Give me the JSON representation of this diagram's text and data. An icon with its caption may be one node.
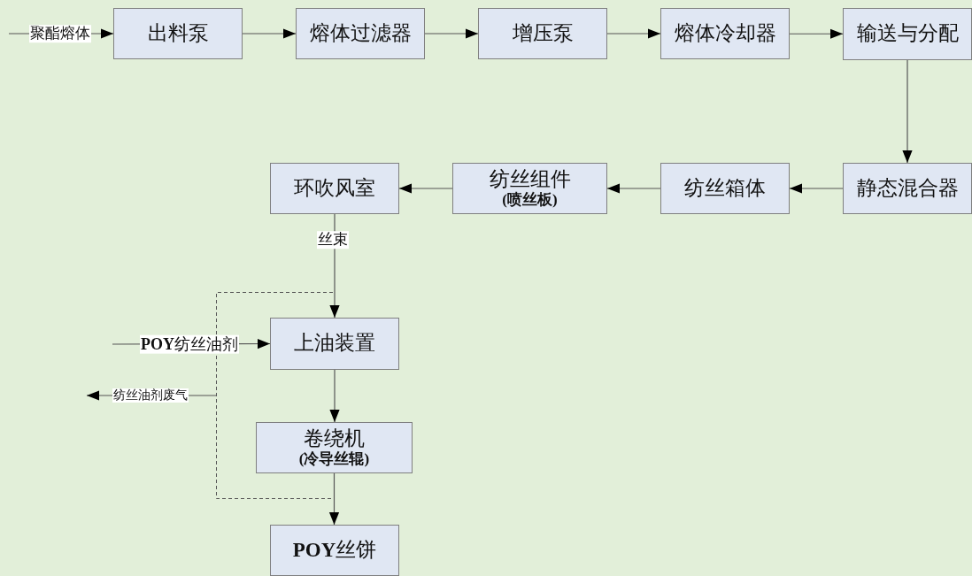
{
  "diagram": {
    "nodes": [
      {
        "text": [
          "出料泵"
        ]
      },
      {
        "text": [
          "熔体过滤器"
        ]
      },
      {
        "text": [
          "增压泵"
        ]
      },
      {
        "text": [
          "熔体冷却器"
        ]
      },
      {
        "text": [
          "输送与分配"
        ]
      },
      {
        "text": [
          "静态混合器"
        ]
      },
      {
        "text": [
          "纺丝箱体"
        ]
      },
      {
        "text": [
          "纺丝组件",
          "(喷丝板)"
        ]
      },
      {
        "text": [
          "环吹风室"
        ]
      },
      {
        "text": [
          "上油装置"
        ]
      },
      {
        "text": [
          "卷绕机",
          "(冷导丝辊)"
        ]
      },
      {
        "text": [
          "**POY**丝饼"
        ]
      },
      {
        "text": [],
        "shape": "box"
      }
    ],
    "edges": [
      {
        "from": null,
        "to": 0,
        "arrow": "to",
        "label": "聚酯熔体"
      },
      {
        "from": 0,
        "to": 1,
        "arrow": "to"
      },
      {
        "from": 1,
        "to": 2,
        "arrow": "to"
      },
      {
        "from": 2,
        "to": 3,
        "arrow": "to"
      },
      {
        "from": 3,
        "to": 4,
        "arrow": "to"
      },
      {
        "from": 4,
        "to": 5,
        "arrow": "to"
      },
      {
        "from": 5,
        "to": 6,
        "arrow": "to"
      },
      {
        "from": 6,
        "to": 7,
        "arrow": "to"
      },
      {
        "from": 7,
        "to": 8,
        "arrow": "to"
      },
      {
        "from": 8,
        "to": 9,
        "arrow": "to",
        "label": "丝束"
      },
      {
        "from": null,
        "to": 9,
        "arrow": "to",
        "label": "**POY**纺丝油剂"
      },
      {
        "from": 9,
        "to": 10,
        "arrow": "to"
      },
      {
        "from": 10,
        "to": 11,
        "arrow": "to"
      },
      {
        "from": 12,
        "to": null,
        "arrow": "to",
        "label": "纺丝油剂废气"
      }
    ]
  }
}
